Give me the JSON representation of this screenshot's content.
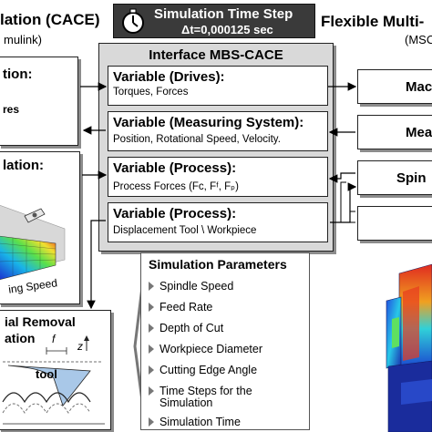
{
  "left_panel": {
    "title": "lation (CACE)",
    "subtitle": "mulink)",
    "box1_title": "tion:",
    "box1_text": "res",
    "box2_title": "lation:",
    "box2_caption": "ing Speed",
    "box3_title": "ial Removal",
    "box3_title2": "ation",
    "tool_label": "tool",
    "f_label": "f",
    "z_label": "z"
  },
  "sim_step": {
    "title": "Simulation Time Step",
    "value": "Δt=0,000125 sec"
  },
  "right_panel": {
    "title": "Flexible Multi-",
    "subtitle": "(MSC",
    "box1": "Mac",
    "box2": "Mea",
    "box3": "Spin"
  },
  "interface": {
    "title": "Interface MBS-CACE",
    "variables": [
      {
        "title": "Variable (Drives):",
        "subtitle": "Torques, Forces"
      },
      {
        "title": "Variable (Measuring System):",
        "subtitle": "Position, Rotational Speed, Velocity."
      },
      {
        "title": "Variable (Process):",
        "subtitle": "Process Forces (Fᴄ, Fᶠ, Fₚ)"
      },
      {
        "title": "Variable (Process):",
        "subtitle": "Displacement Tool \\ Workpiece"
      }
    ]
  },
  "parameters": {
    "title": "Simulation Parameters",
    "items": [
      "Spindle Speed",
      "Feed Rate",
      "Depth of Cut",
      "Workpiece Diameter",
      "Cutting Edge Angle",
      "Time Steps for the",
      "Simulation",
      "Simulation Time"
    ]
  },
  "colors": {
    "sim_step_bg": "#3a3a3a",
    "interface_bg": "#d9d9d9",
    "shadow": "#8c8c8c",
    "border": "#222222"
  }
}
